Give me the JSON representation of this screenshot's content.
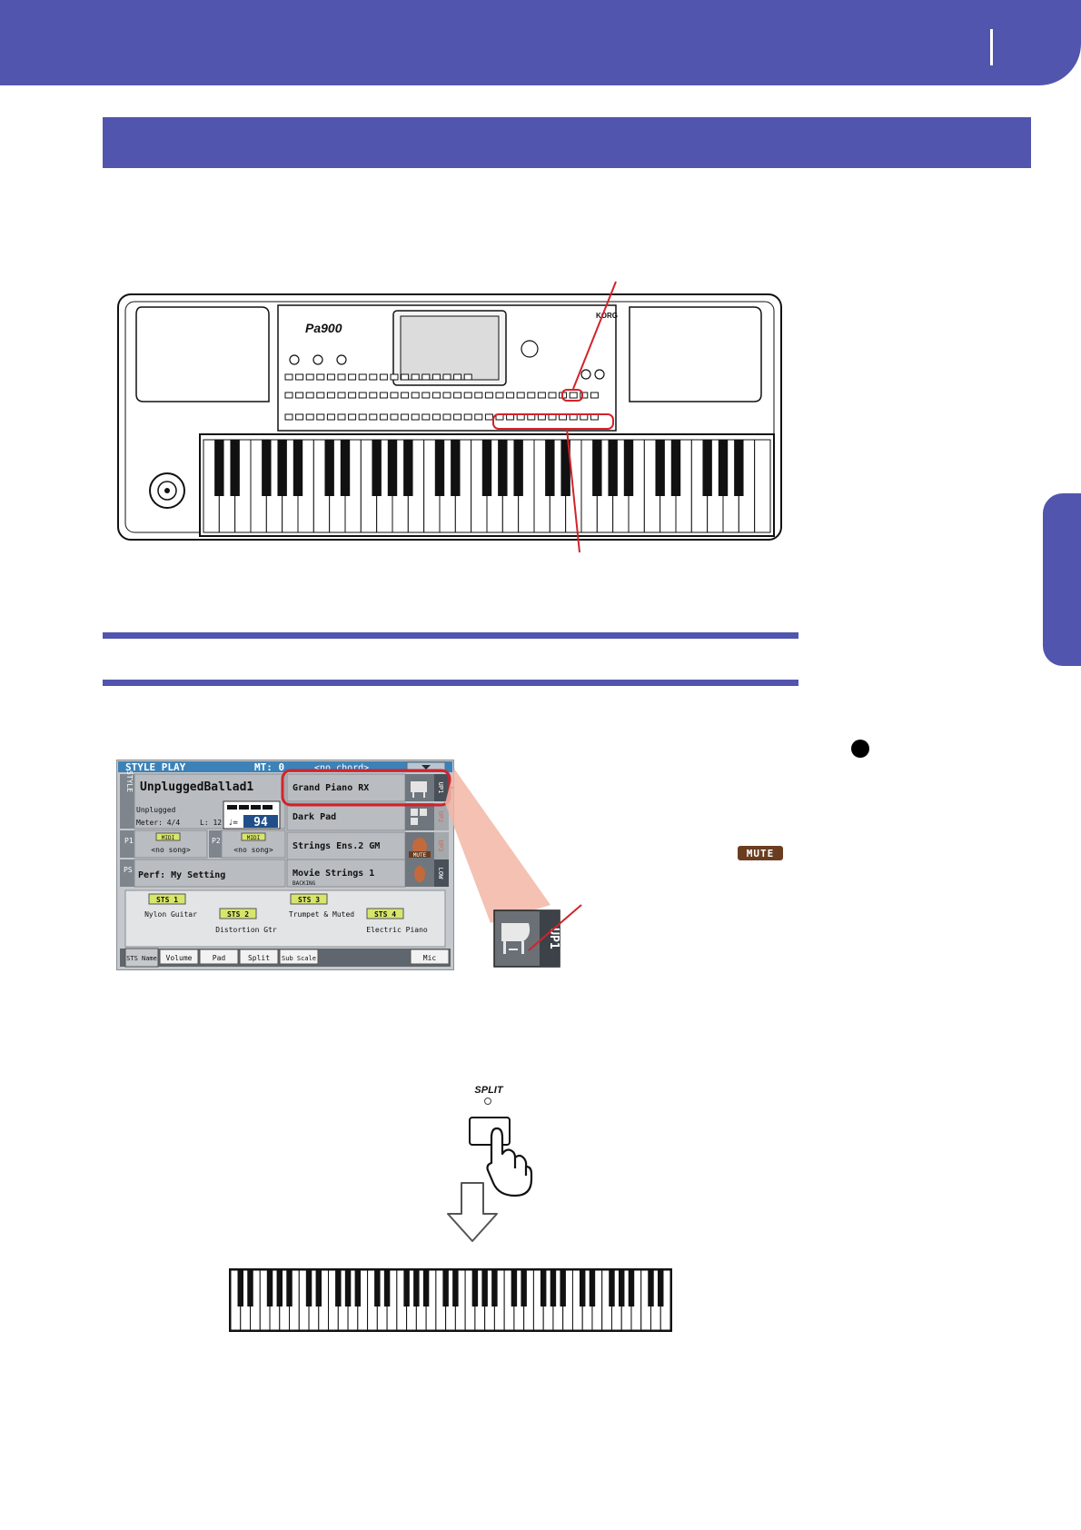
{
  "display": {
    "header_title": "STYLE PLAY",
    "header_mt": "MT: 0",
    "header_chord": "<no chord>",
    "style_name": "UnpluggedBallad1",
    "style_category": "Unplugged",
    "meter": "Meter: 4/4",
    "length": "L: 12",
    "tempo": "94",
    "style_tab_letters": "STYLE",
    "p1_label": "P1",
    "p2_label": "P2",
    "ps_label": "PS",
    "midi_badge_1": "MIDI",
    "midi_badge_2": "MIDI",
    "song_1": "<no song>",
    "song_2": "<no song>",
    "perf": "Perf:  My Setting",
    "tracks": [
      {
        "name": "Grand Piano RX",
        "tag": "UP1"
      },
      {
        "name": "Dark Pad",
        "tag": "UP2"
      },
      {
        "name": "Strings Ens.2 GM",
        "tag": "UP3"
      },
      {
        "name": "Movie Strings 1",
        "tag": "LOW",
        "sub": "BACKING"
      }
    ],
    "mute_chip": "MUTE",
    "sts": [
      {
        "button": "STS 1",
        "name": "Nylon Guitar"
      },
      {
        "button": "STS 2",
        "name": "Distortion Gtr"
      },
      {
        "button": "STS 3",
        "name": "Trumpet & Muted"
      },
      {
        "button": "STS 4",
        "name": "Electric Piano"
      }
    ],
    "tabs": [
      "STS Name",
      "Volume",
      "Pad",
      "Split",
      "Sub Scale",
      "Mic"
    ]
  },
  "zoom": {
    "tag": "UP1"
  },
  "split_button": {
    "label": "SPLIT"
  },
  "mute_badge": "MUTE",
  "keyboard_logo": {
    "model": "Pa900",
    "brand": "KORG"
  },
  "colors": {
    "accent": "#5155ad",
    "callout": "#d2232a",
    "lcd_header": "#3c82b8",
    "sts_button": "#d7e66a"
  }
}
